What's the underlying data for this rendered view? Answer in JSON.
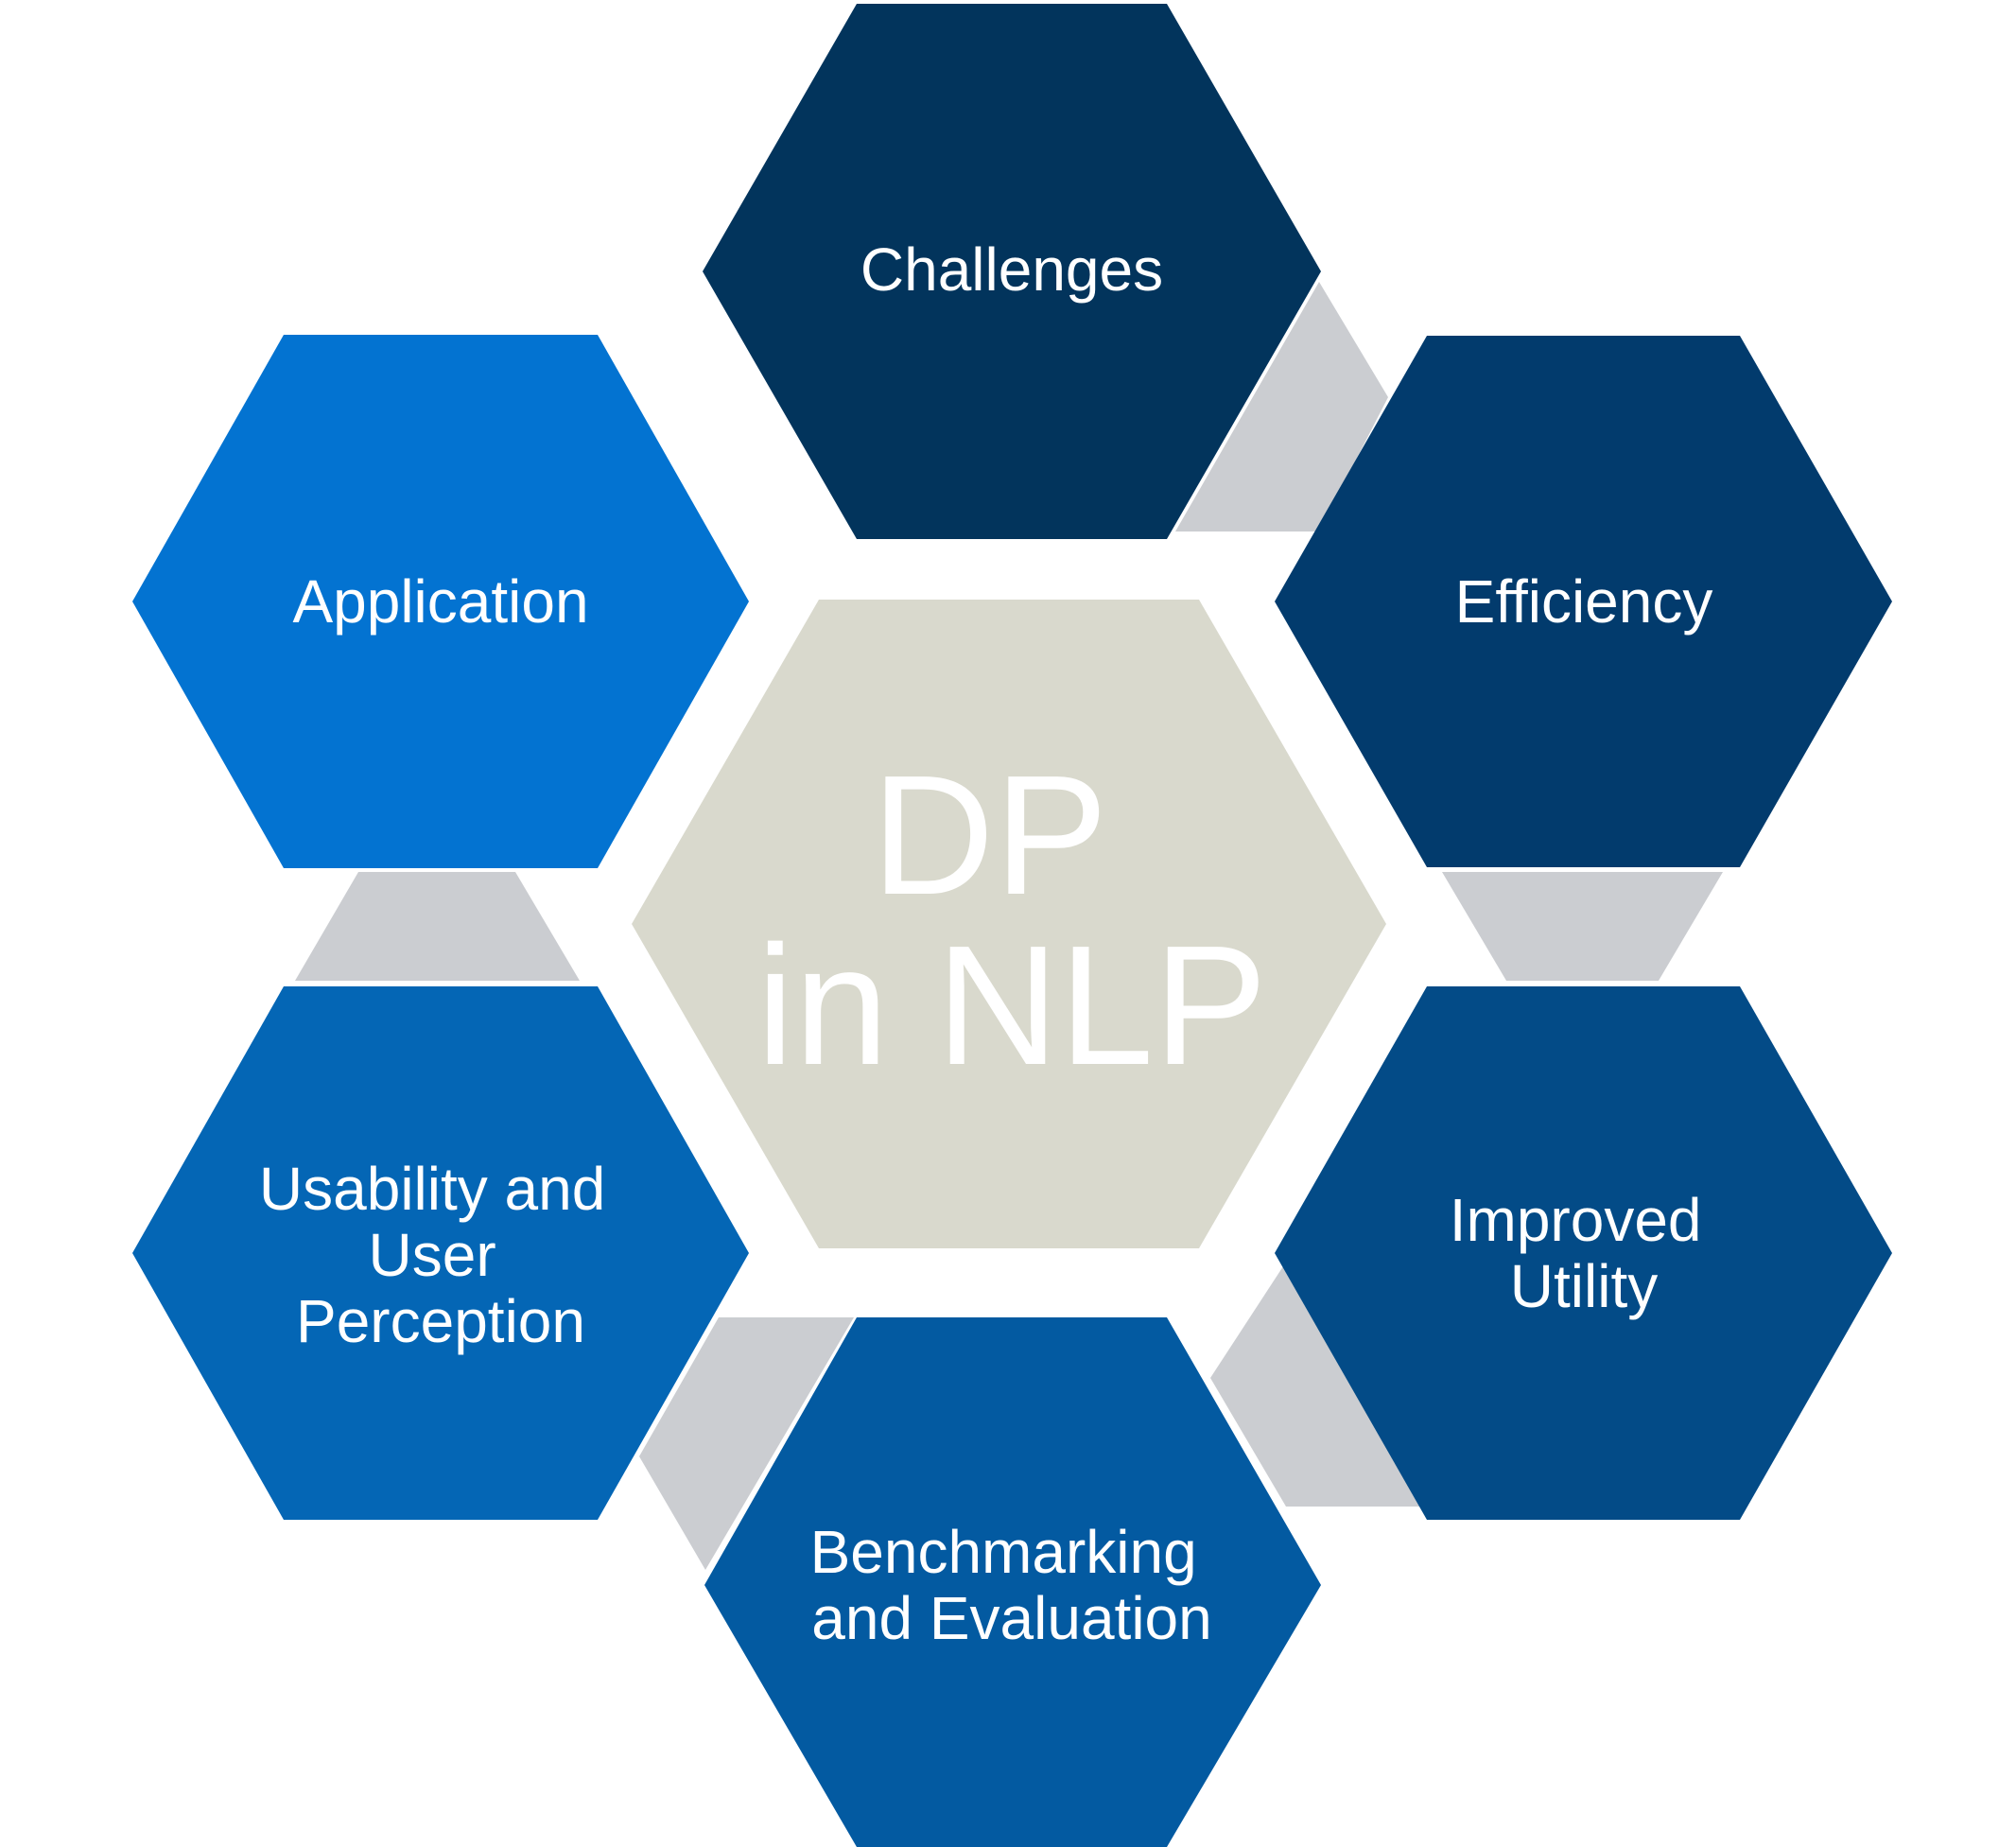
{
  "center": {
    "lines": [
      "DP",
      "in NLP"
    ],
    "color": "#d9d9cd"
  },
  "connector_color": "#cbcdd1",
  "nodes": [
    {
      "id": "challenges",
      "lines": [
        "Challenges"
      ],
      "color": "#02345c"
    },
    {
      "id": "efficiency",
      "lines": [
        "Efficiency"
      ],
      "color": "#023b6d"
    },
    {
      "id": "improved-utility",
      "lines": [
        "Improved",
        "Utility"
      ],
      "color": "#034b87"
    },
    {
      "id": "benchmarking",
      "lines": [
        "Benchmarking",
        "and Evaluation"
      ],
      "color": "#035aa1"
    },
    {
      "id": "usability",
      "lines": [
        "Usability and",
        "User",
        "Perception"
      ],
      "color": "#0466b5"
    },
    {
      "id": "application",
      "lines": [
        "Application"
      ],
      "color": "#0373d1"
    }
  ]
}
